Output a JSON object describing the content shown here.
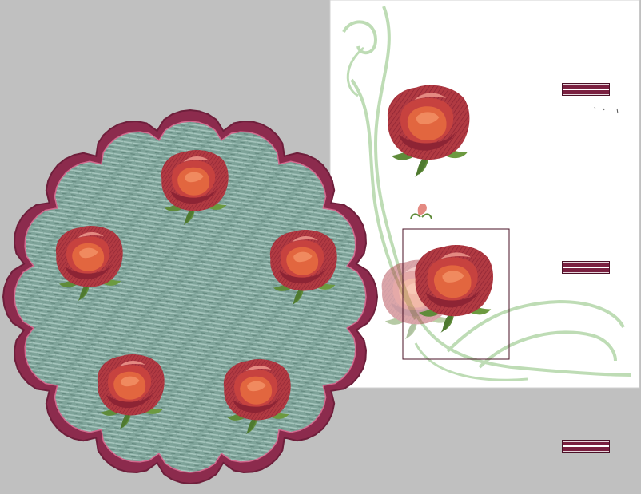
{
  "window": {
    "title": ""
  },
  "design": {
    "hoop": {
      "type": "scalloped-round",
      "fill": "#7fa49a",
      "edge": "#8c2b4d"
    },
    "roses_on_hoop": 5,
    "preview_card": {
      "background": "#ffffff",
      "vine_color": "#b7d9ae"
    }
  },
  "colors": {
    "canvas": "#c0c0c0",
    "rose_dark": "#a42d3e",
    "rose_mid": "#c7423f",
    "rose_light": "#e2663f",
    "leaf": "#5f8b3a",
    "selection": "#4a1026"
  },
  "swatches": [
    {
      "name": "thread-color-swatch-1",
      "color": "#7a2040"
    },
    {
      "name": "thread-color-swatch-2",
      "color": "#7a2040"
    },
    {
      "name": "thread-color-swatch-3",
      "color": "#7a2040"
    }
  ],
  "icons": [
    "rose-motif-icon",
    "vine-ornament-icon",
    "selection-box-icon"
  ]
}
